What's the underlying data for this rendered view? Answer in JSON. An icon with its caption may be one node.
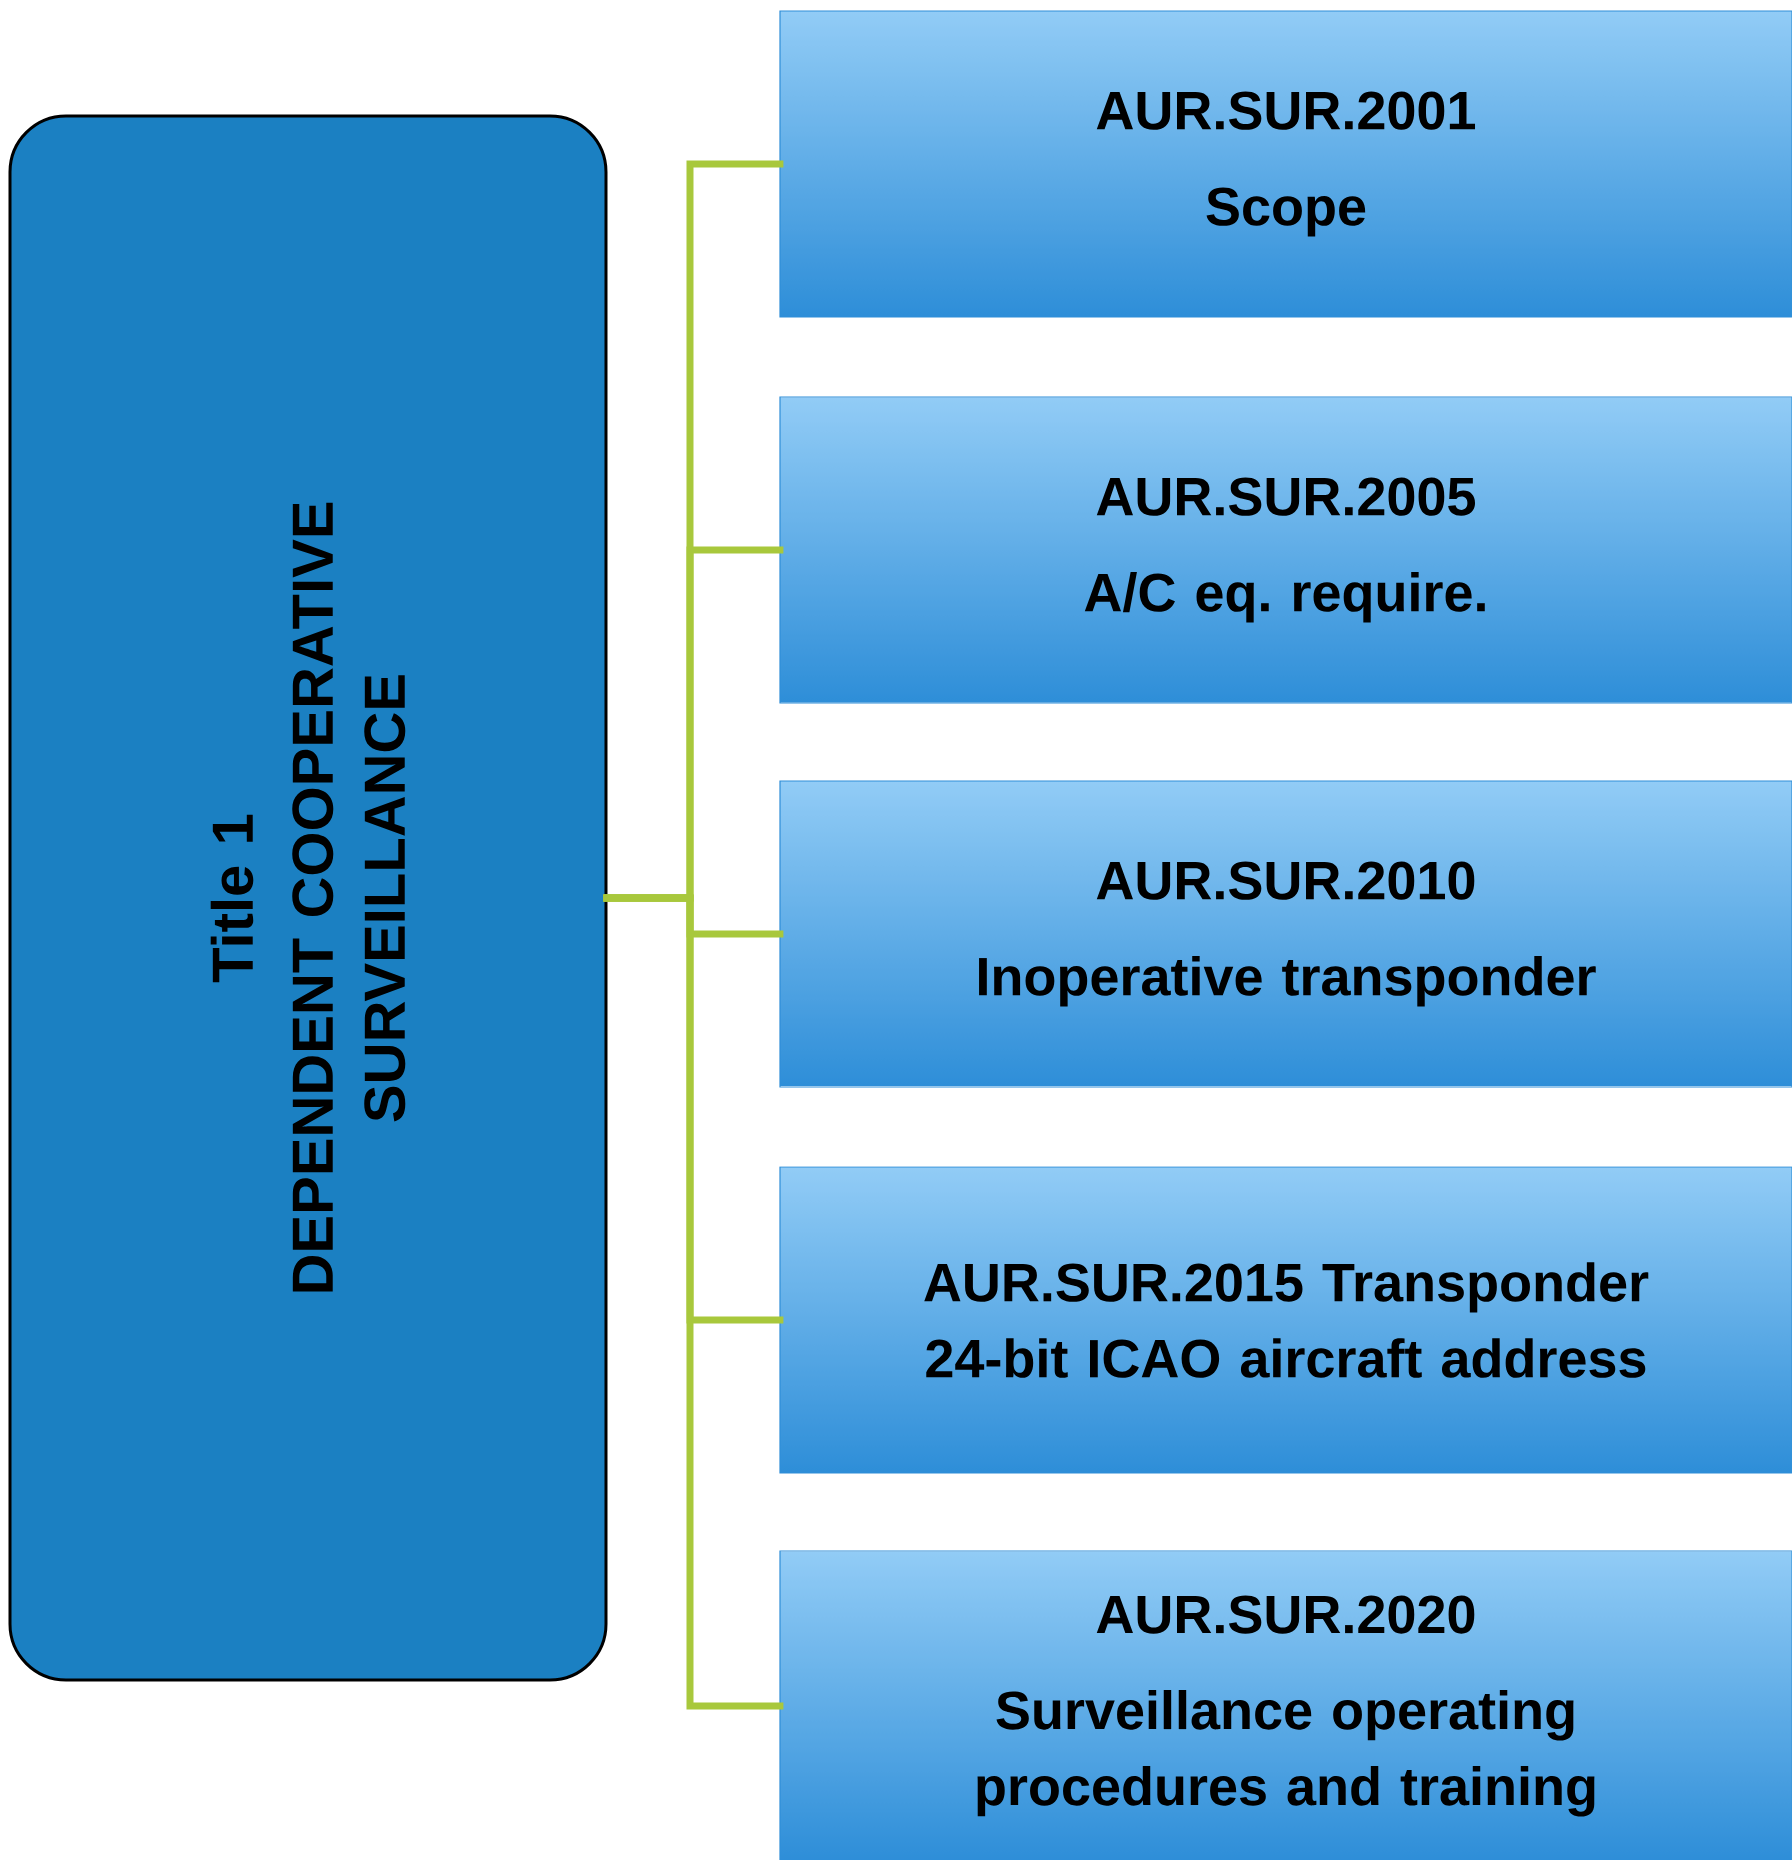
{
  "diagram": {
    "nodes": [
      {
        "text": [
          "Title 1",
          "DEPENDENT COOPERATIVE SURVEILLANCE"
        ]
      },
      {
        "text": [
          "AUR.SUR.2001",
          "Scope"
        ]
      },
      {
        "text": [
          "AUR.SUR.2005",
          "A/C eq. require."
        ]
      },
      {
        "text": [
          "AUR.SUR.2010",
          "Inoperative transponder"
        ]
      },
      {
        "text": [
          "AUR.SUR.2015 Transponder 24-bit ICAO aircraft address"
        ]
      },
      {
        "text": [
          "AUR.SUR.2020",
          "Surveillance operating procedures and training"
        ]
      }
    ],
    "edges": [
      {
        "from": 0,
        "to": 1,
        "arrow": "none"
      },
      {
        "from": 0,
        "to": 2,
        "arrow": "none"
      },
      {
        "from": 0,
        "to": 3,
        "arrow": "none"
      },
      {
        "from": 0,
        "to": 4,
        "arrow": "none"
      },
      {
        "from": 0,
        "to": 5,
        "arrow": "none"
      }
    ]
  }
}
